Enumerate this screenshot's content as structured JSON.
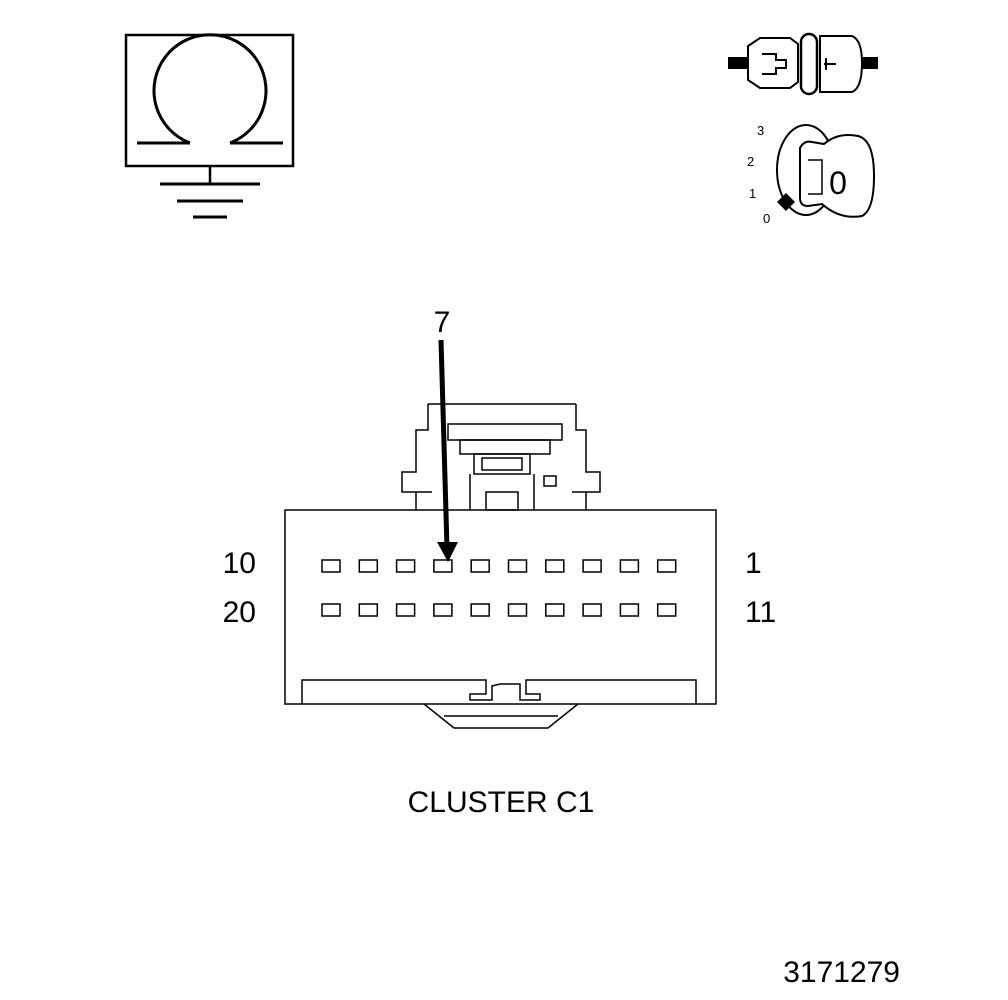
{
  "ohmmeter": {
    "symbol": "Ω"
  },
  "key_switch": {
    "positions": [
      "3",
      "2",
      "1",
      "0"
    ],
    "key_label": "0"
  },
  "connector": {
    "title": "CLUSTER C1",
    "pin_callout": "7",
    "row1_left": "10",
    "row1_right": "1",
    "row2_left": "20",
    "row2_right": "11"
  },
  "figure_id": "3171279"
}
